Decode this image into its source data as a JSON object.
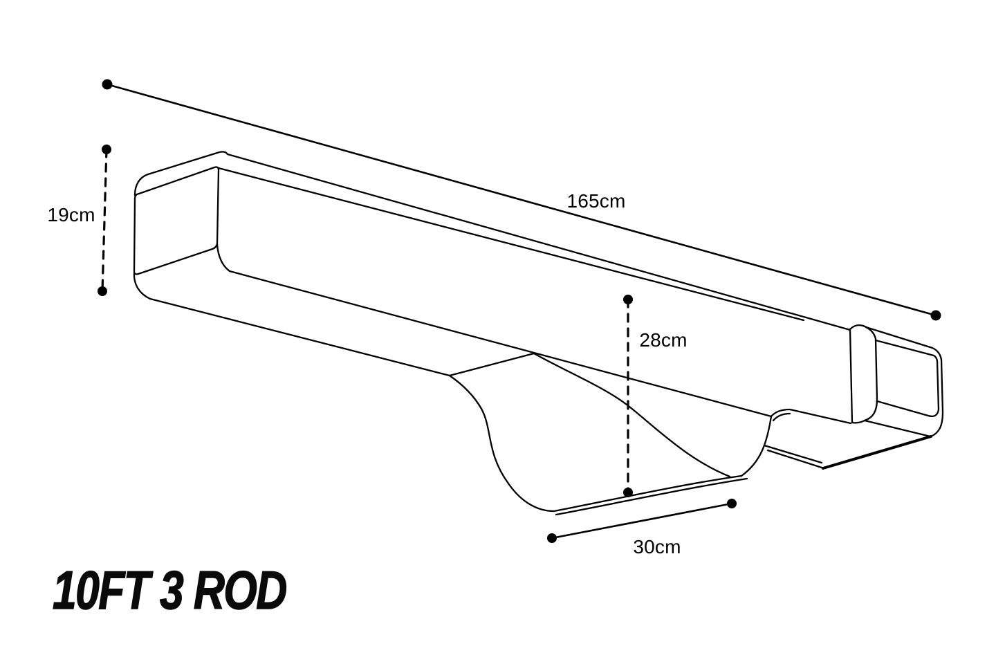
{
  "page": {
    "background": "#ffffff"
  },
  "diagram": {
    "product_title": "10FT 3 ROD",
    "line_color": "#000000",
    "text_color": "#000000",
    "dimensions": {
      "length": {
        "label": "165cm"
      },
      "end_height": {
        "label": "19cm"
      },
      "pouch_drop": {
        "label": "28cm"
      },
      "pouch_width": {
        "label": "30cm"
      }
    }
  }
}
